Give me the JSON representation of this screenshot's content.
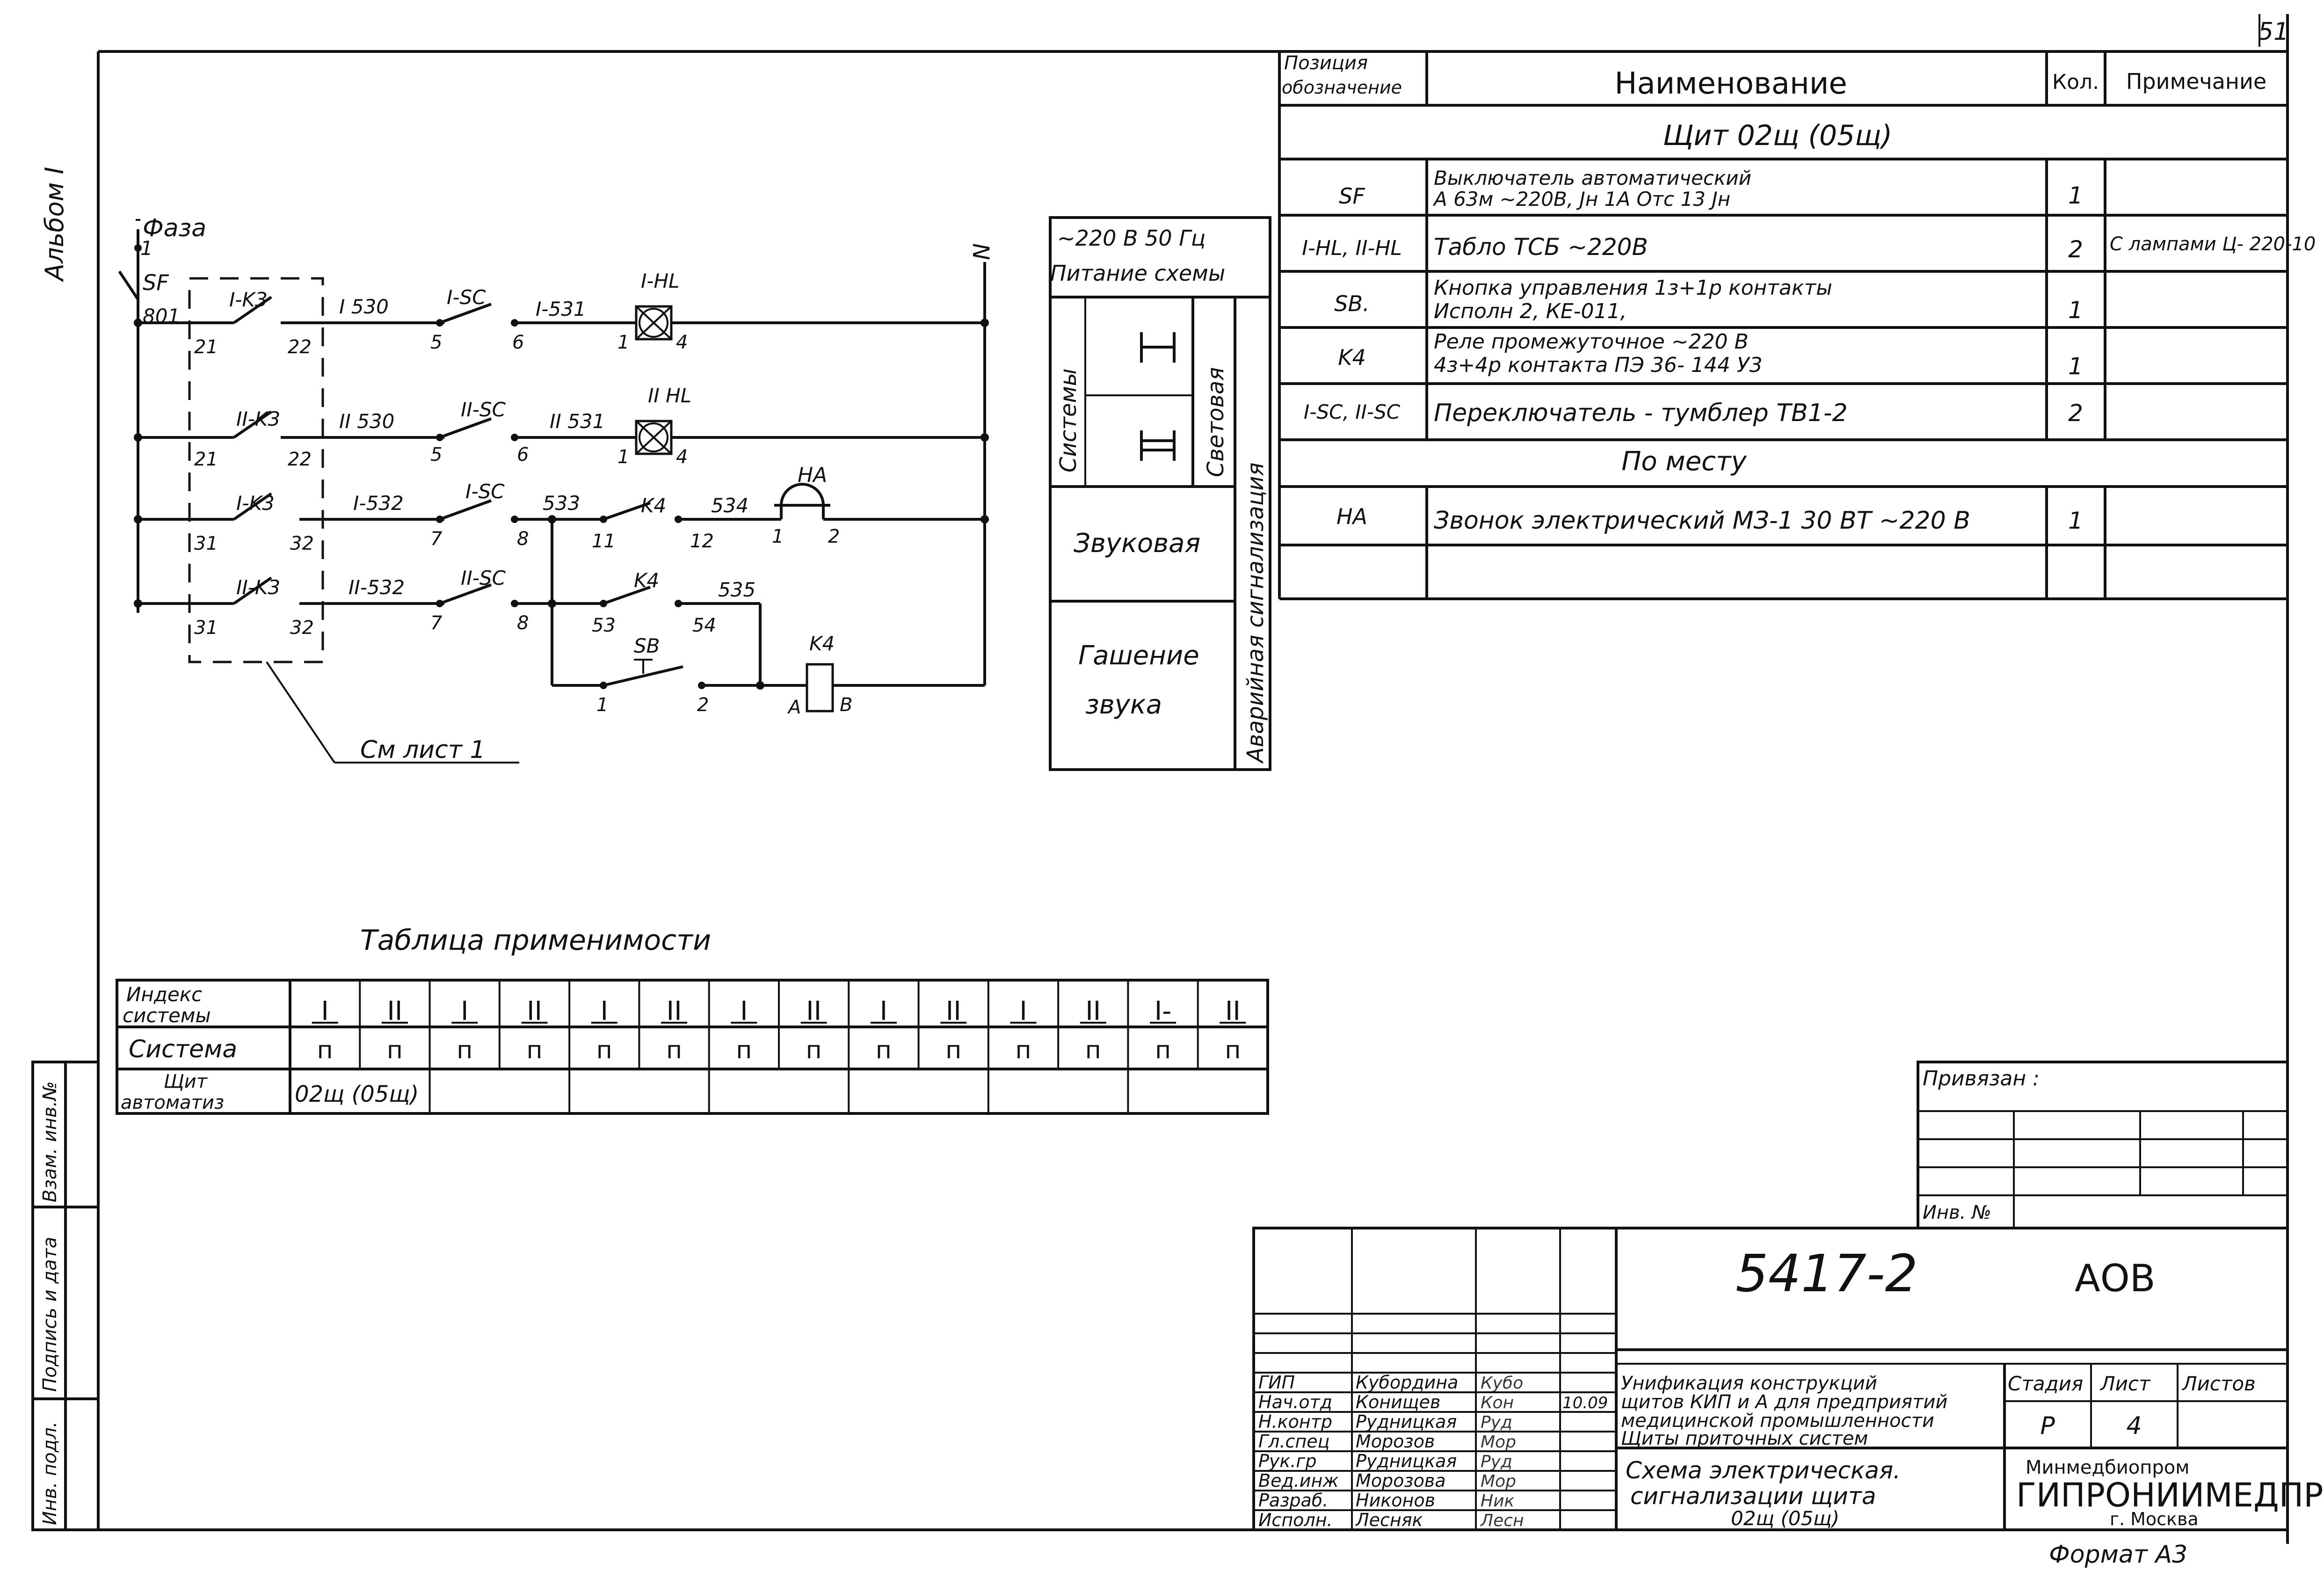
{
  "sheet": {
    "page_number": "51",
    "album": "Альбом I",
    "format": "Формат А3"
  },
  "diagram": {
    "labels": {
      "phase": "Фаза",
      "phase_num": "1",
      "sf": "SF",
      "n801": "801",
      "neutral": "N",
      "k3_1": "I-K3",
      "k3_2": "II-K3",
      "k3_3": "I-K3",
      "k3_4": "II-K3",
      "c21a": "21",
      "c22a": "22",
      "c21b": "21",
      "c22b": "22",
      "c31a": "31",
      "c32a": "32",
      "c31b": "31",
      "c32b": "32",
      "w530a": "I 530",
      "w530b": "II 530",
      "sc1": "I-SC",
      "sc2": "II-SC",
      "sc3": "I-SC",
      "sc4": "II-SC",
      "w531a": "I-531",
      "w531b": "II 531",
      "hl1": "I-HL",
      "hl2": "II HL",
      "n5a": "5",
      "n6a": "6",
      "n5b": "5",
      "n6b": "6",
      "n1a": "1",
      "n4a": "4",
      "n1b": "1",
      "n4b": "4",
      "w532a": "I-532",
      "w532b": "II-532",
      "n7a": "7",
      "n8a": "8",
      "n7b": "7",
      "n8b": "8",
      "w533": "533",
      "k4a": "K4",
      "w534": "534",
      "ha": "HA",
      "n11": "11",
      "n12": "12",
      "ha1": "1",
      "ha2": "2",
      "k4b": "K4",
      "w535": "535",
      "n53": "53",
      "n54": "54",
      "sb": "SB",
      "sb1": "1",
      "sb2": "2",
      "k4c": "K4",
      "coilA": "A",
      "coilB": "B",
      "see": "См лист 1"
    }
  },
  "legend": {
    "supply": "~220 В 50 Гц",
    "supply_label": "Питание схемы",
    "systems": "Системы",
    "light": "Световая",
    "alarm": "Аварийная сигнализация",
    "sound": "Звуковая",
    "mute1": "Гашение",
    "mute2": "звука"
  },
  "spec": {
    "headers": [
      "Позиция обозначение",
      "Наименование",
      "Кол.",
      "Примечание"
    ],
    "section1": "Щит 02щ (05щ)",
    "rows": [
      {
        "pos": "SF",
        "name1": "Выключатель автоматический",
        "name2": "А 63м ~220В, Jн 1А    Отс 13 Jн",
        "qty": "1",
        "note": ""
      },
      {
        "pos": "I-HL, II-HL",
        "name1": "Табло ТСБ   ~220В",
        "name2": "",
        "qty": "2",
        "note": "С лампами Ц- 220-10"
      },
      {
        "pos": "SB.",
        "name1": "Кнопка управления 1з+1р контакты",
        "name2": "Исполн 2, КЕ-011,",
        "qty": "1",
        "note": ""
      },
      {
        "pos": "K4",
        "name1": "Реле промежуточное ~220 В",
        "name2": "4з+4р контакта ПЭ 36- 144 У3",
        "qty": "1",
        "note": ""
      },
      {
        "pos": "I-SC, II-SC",
        "name1": "Переключатель - тумблер ТВ1-2",
        "name2": "",
        "qty": "2",
        "note": ""
      }
    ],
    "section2": "По месту",
    "rows2": [
      {
        "pos": "HA",
        "name1": "Звонок электрический МЗ-1 30 ВТ ~220 В",
        "qty": "1",
        "note": ""
      }
    ]
  },
  "applicability": {
    "title": "Таблица применимости",
    "row1_label": "Индекс системы",
    "row2_label": "Система",
    "row3_label": "Щит автоматиз",
    "indexes": [
      "I",
      "II",
      "I",
      "II",
      "I",
      "II",
      "I",
      "II",
      "I",
      "II",
      "I",
      "II",
      "I-",
      "II"
    ],
    "systems": [
      "п",
      "п",
      "п",
      "п",
      "п",
      "п",
      "п",
      "п",
      "п",
      "п",
      "п",
      "п",
      "п",
      "п"
    ],
    "panel": "02щ (05щ)"
  },
  "stamp": {
    "bound": "Привязан :",
    "inv": "Инв. №",
    "code": "5417-2",
    "suffix": "АОВ",
    "roles": [
      "ГИП",
      "Нач.отд",
      "Н.контр",
      "Гл.спец",
      "Рук.гр",
      "Вед.инж",
      "Разраб.",
      "Исполн."
    ],
    "names": [
      "Кубордина",
      "Конищев",
      "Рудницкая",
      "Морозов",
      "Рудницкая",
      "Морозова",
      "Никонов",
      "Лесняк"
    ],
    "signatures": [
      "Кубо",
      "Кон",
      "Руд",
      "Мор",
      "Руд",
      "Мор",
      "Ник",
      "Лесн"
    ],
    "date": "10.09",
    "title1": "Унификация конструкций щитов КИП и А для предприятий медицинской промышленности Щиты приточных систем",
    "title1_lines": [
      "Унификация конструкций",
      "щитов КИП и А для предприятий",
      "медицинской промышленности",
      "Щиты приточных систем"
    ],
    "stage_h": "Стадия",
    "sheet_h": "Лист",
    "sheets_h": "Листов",
    "stage": "Р",
    "sheet": "4",
    "sheets": "",
    "title2_lines": [
      "Схема электрическая.",
      "сигнализации щита",
      "02щ (05щ)"
    ],
    "org1": "Минмедбиопром",
    "org2": "ГИПРОНИИМЕДПРОМ",
    "org3": "г. Москва"
  },
  "side": {
    "l1": "Взам. инв.№",
    "l2": "Подпись и дата",
    "l3": "Инв. подл."
  }
}
